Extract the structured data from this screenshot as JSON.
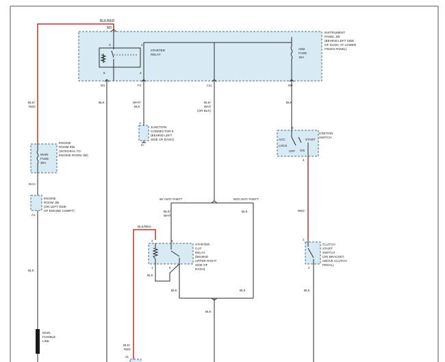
{
  "labels": {
    "top_wire_color": "BLK/RED",
    "m3": "M3",
    "pin3": "3",
    "pin1": "1",
    "pin5": "5",
    "pin2": "2",
    "starter_relay_1": "STARTER",
    "starter_relay_2": "RELAY",
    "am2_1": "AM2",
    "am2_2": "FUSE",
    "am2_3": "15A",
    "ip_jb_1": "INSTRUMENT",
    "ip_jb_2": "PANEL J/B",
    "ip_jb_3": "(BEHIND LEFT SIDE",
    "ip_jb_4": "OF DASH, AT LOWER",
    "ip_jb_5": "FINISH PANEL)",
    "m1": "M1",
    "f4": "F4",
    "l11": "L11",
    "m6": "M6",
    "blk_m1": "BLK",
    "wht_blk_1": "WHT/",
    "wht_blk_2": "BLK",
    "blk_wht_1": "BLK/",
    "blk_wht_2": "WHT",
    "blk_wht_3": "(OR BLK)",
    "blk_m6": "BLK",
    "blk_red_left_1": "BLK/",
    "blk_red_left_2": "RED",
    "jc_a": "A",
    "jc_ic": "IC",
    "jc_1": "JUNCTION",
    "jc_2": "CONNECTOR 6",
    "jc_3": "(BEHIND LEFT",
    "jc_4": "SIDE OF DASH)",
    "ign_5": "5",
    "ign_acc": "ACC",
    "ign_start": "START",
    "ign_lock": "LOCK",
    "ign_on": "ON",
    "ign_off": "OFF",
    "ign_4": "4",
    "ign_name_1": "IGNITION",
    "ign_name_2": "SWITCH",
    "erb_1": "ENGINE",
    "erb_2": "ROOM R/B",
    "erb_3": "(INTEGRAL TO",
    "erb_4": "ENGINE ROOM J/B)",
    "main_fuse_1": "MAIN",
    "main_fuse_2": "FUSE",
    "main_fuse_3": "30A",
    "nca": "NCA",
    "erjb_1": "ENGINE",
    "erjb_2": "ROOM J/B",
    "erjb_3": "(ON LEFT SIDE",
    "erjb_4": "OF ENGINE COMPT)",
    "a1": "A1",
    "w_anti_theft": "W/ ANTI-THEFT",
    "wo_anti_theft": "W/O ANTI-THEFT",
    "blk_wht_mid_1": "BLK/",
    "blk_wht_mid_2": "WHT",
    "blk_right_mid": "BLK",
    "blk_red_relay": "BLK/RED",
    "red": "RED",
    "scr_pin2": "2",
    "scr_pin3": "3",
    "scr_pin1": "1",
    "scr_pin5": "5",
    "scr_1": "STARTER",
    "scr_2": "CUT",
    "scr_3": "RELAY",
    "scr_4": "(BEHIND",
    "scr_5": "UPPER RIGHT",
    "scr_6": "SIDE OF",
    "scr_7": "DASH)",
    "blk_scr_left": "BLK",
    "blk_scr_bottom": "BLK",
    "blk_right_bottom": "BLK",
    "ccs_1pin": "1",
    "ccs_1": "CLUTCH",
    "ccs_2": "START",
    "ccs_3": "SWITCH",
    "ccs_4": "(ON BRACKET,",
    "ccs_5": "ABOVE CLUTCH",
    "ccs_6": "PEDAL)",
    "ccs_2pin": "2",
    "blk_ccs": "BLK",
    "blk_left_lower": "BLK",
    "blk_center_bottom": "BLK",
    "fusible_1": "MAIN",
    "fusible_2": "FUSIBLE",
    "fusible_3": "LINK",
    "blk_red_bottom_1": "BLK/",
    "blk_red_bottom_2": "RED",
    "pin21": "21"
  }
}
